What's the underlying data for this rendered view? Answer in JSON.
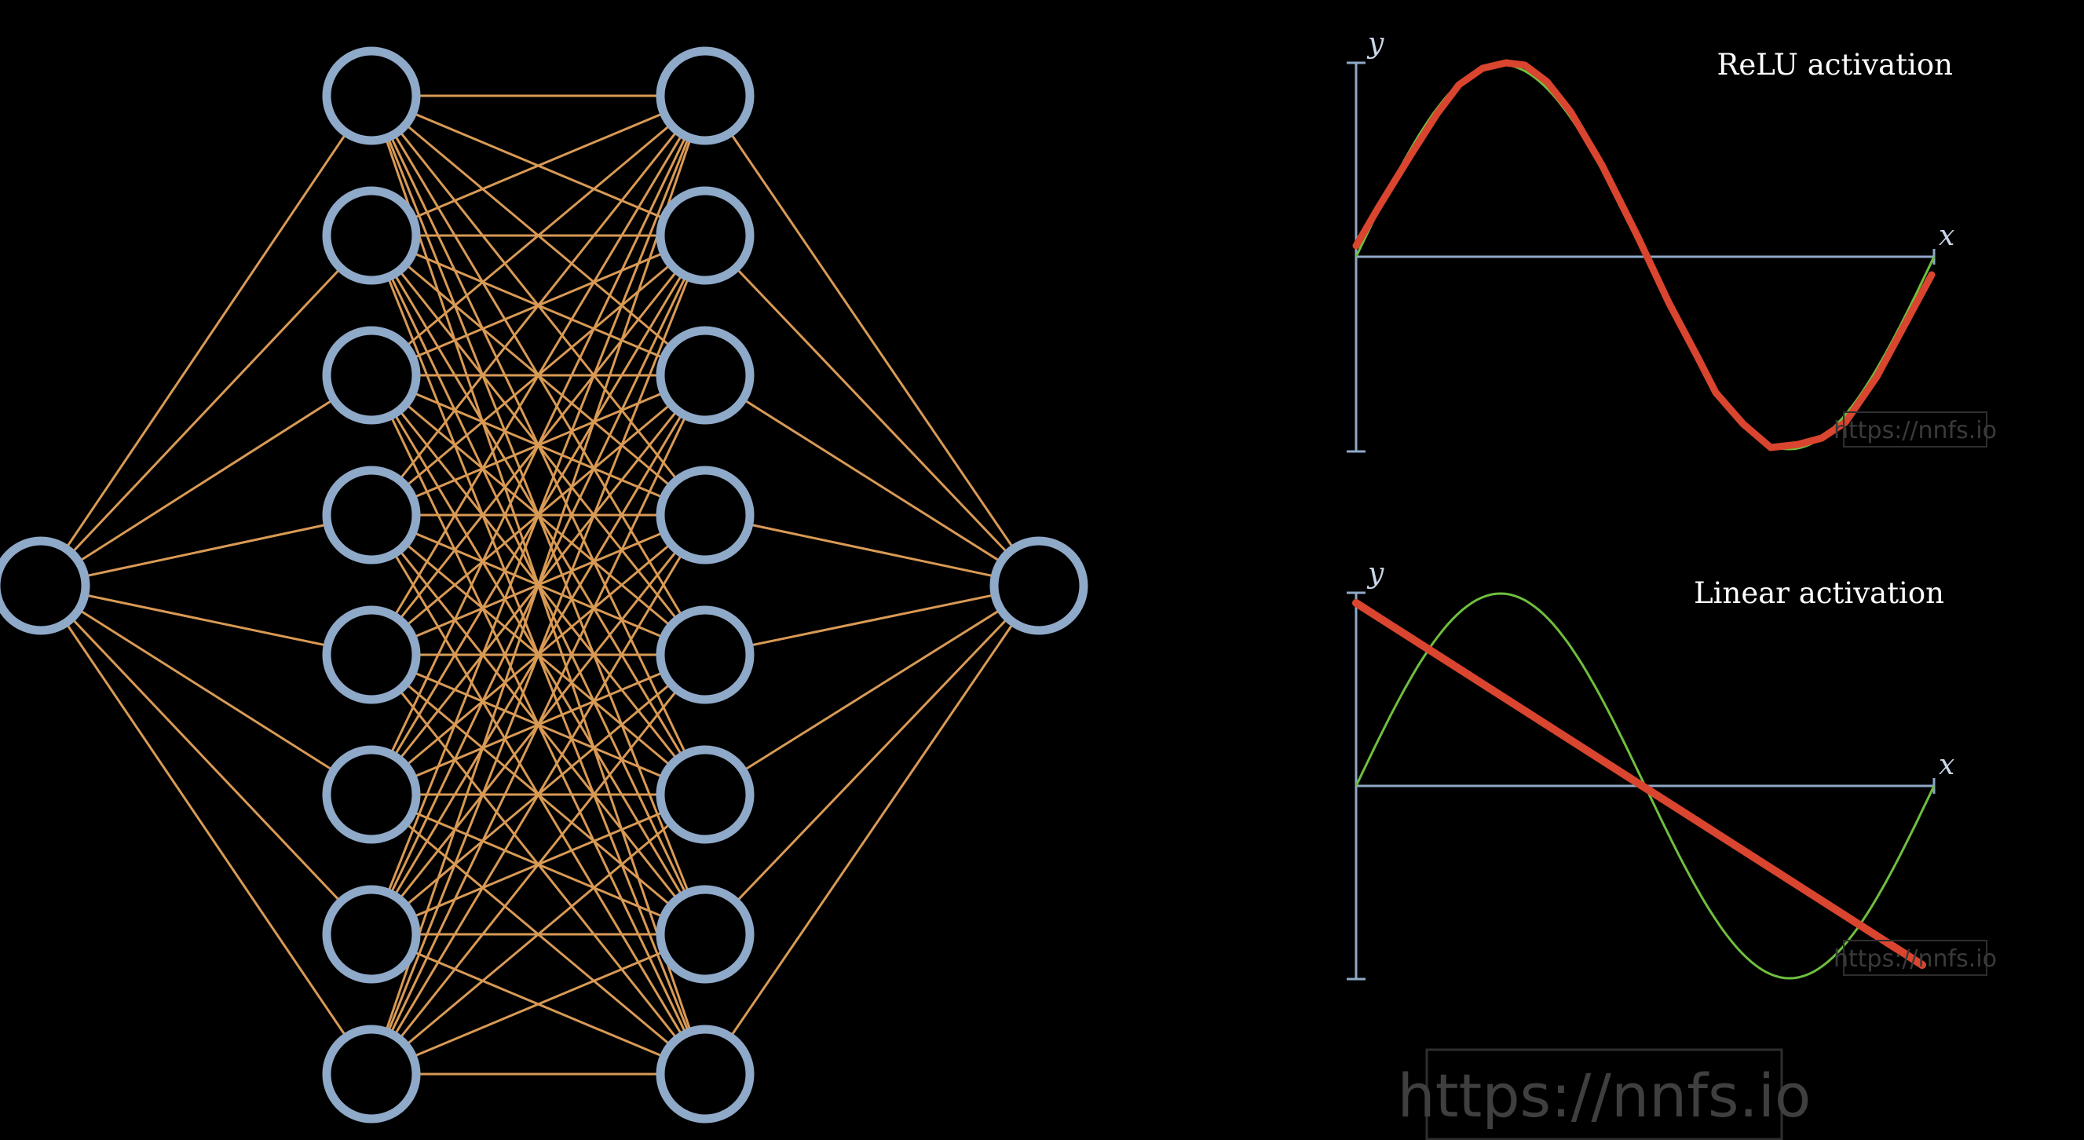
{
  "network": {
    "layers": [
      1,
      8,
      8,
      1
    ],
    "node_color": "#8fa9c9",
    "edge_color": "#d99a55"
  },
  "plots": [
    {
      "title": "ReLU activation",
      "x_axis_label": "x",
      "y_axis_label": "y",
      "watermark": "https://nnfs.io",
      "target_color": "#6fbf3f",
      "fit_color": "#d9452f"
    },
    {
      "title": "Linear activation",
      "x_axis_label": "x",
      "y_axis_label": "y",
      "watermark": "https://nnfs.io",
      "target_color": "#6fbf3f",
      "fit_color": "#d9452f"
    }
  ],
  "watermark": {
    "text": "https://nnfs.io"
  },
  "colors": {
    "background": "#000000",
    "axis": "#8fa9c9"
  }
}
